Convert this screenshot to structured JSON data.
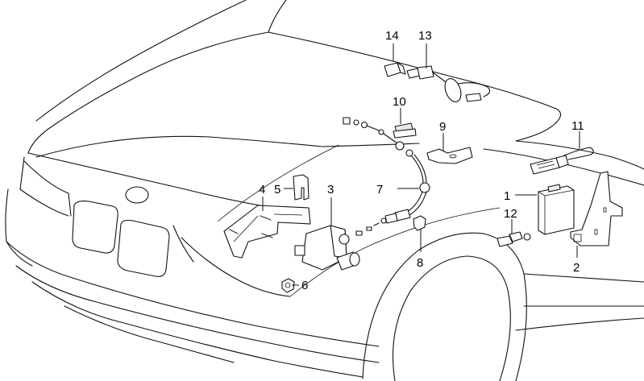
{
  "diagram": {
    "title": "Cruise control actuator and cable — parts diagram",
    "callouts": [
      {
        "id": "1",
        "label": "1",
        "part": "control-unit"
      },
      {
        "id": "2",
        "label": "2",
        "part": "mounting-bracket"
      },
      {
        "id": "3",
        "label": "3",
        "part": "actuator"
      },
      {
        "id": "4",
        "label": "4",
        "part": "actuator-bracket"
      },
      {
        "id": "5",
        "label": "5",
        "part": "clip"
      },
      {
        "id": "6",
        "label": "6",
        "part": "nut"
      },
      {
        "id": "7",
        "label": "7",
        "part": "bowden-cable"
      },
      {
        "id": "8",
        "label": "8",
        "part": "cable-holder"
      },
      {
        "id": "9",
        "label": "9",
        "part": "cable-bracket"
      },
      {
        "id": "10",
        "label": "10",
        "part": "grommet"
      },
      {
        "id": "11",
        "label": "11",
        "part": "wiring-harness-connector"
      },
      {
        "id": "12",
        "label": "12",
        "part": "plug-connector"
      },
      {
        "id": "13",
        "label": "13",
        "part": "switch-cable"
      },
      {
        "id": "14",
        "label": "14",
        "part": "connector-housing"
      }
    ]
  }
}
